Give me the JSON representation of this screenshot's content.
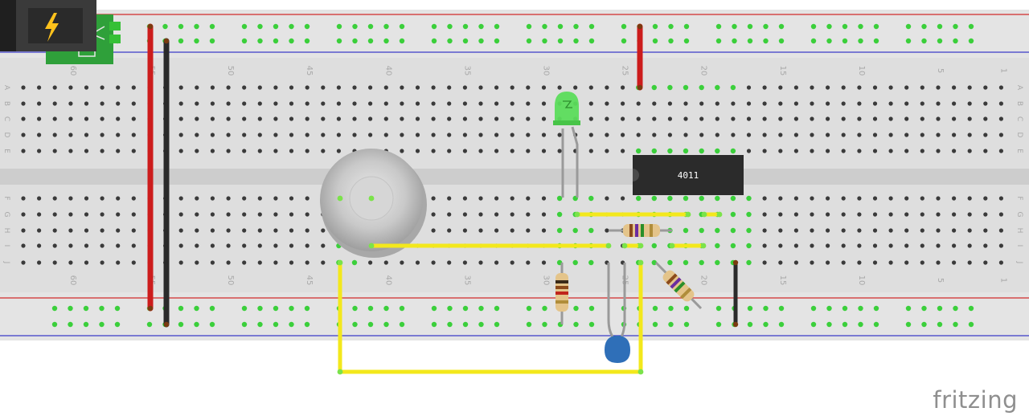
{
  "app": {
    "brand": "fritzing"
  },
  "breadboard": {
    "column_labels_top": [
      "60",
      "55",
      "50",
      "45",
      "40",
      "35",
      "30",
      "25",
      "20",
      "15",
      "10",
      "5",
      "1"
    ],
    "column_labels_bottom": [
      "60",
      "55",
      "50",
      "45",
      "40",
      "35",
      "30",
      "25",
      "20",
      "15",
      "10",
      "5",
      "1"
    ],
    "row_labels_top": [
      "A",
      "B",
      "C",
      "D",
      "E"
    ],
    "row_labels_bottom": [
      "F",
      "G",
      "H",
      "I",
      "J"
    ]
  },
  "components": {
    "ic": {
      "label": "4011"
    },
    "power_jack": {
      "icon": "lightning-bolt-icon"
    }
  },
  "colors": {
    "board": "#d9d9d9",
    "rail_red": "#d02a2a",
    "rail_blue": "#3a3ac8",
    "wire_red": "#cc1c1c",
    "wire_black": "#2a2a2a",
    "wire_yellow": "#f3e81c",
    "led_green": "#5bdc5b",
    "hole_active": "#3bcf3b",
    "ic_body": "#2b2b2b",
    "capacitor": "#2f6fb8"
  }
}
